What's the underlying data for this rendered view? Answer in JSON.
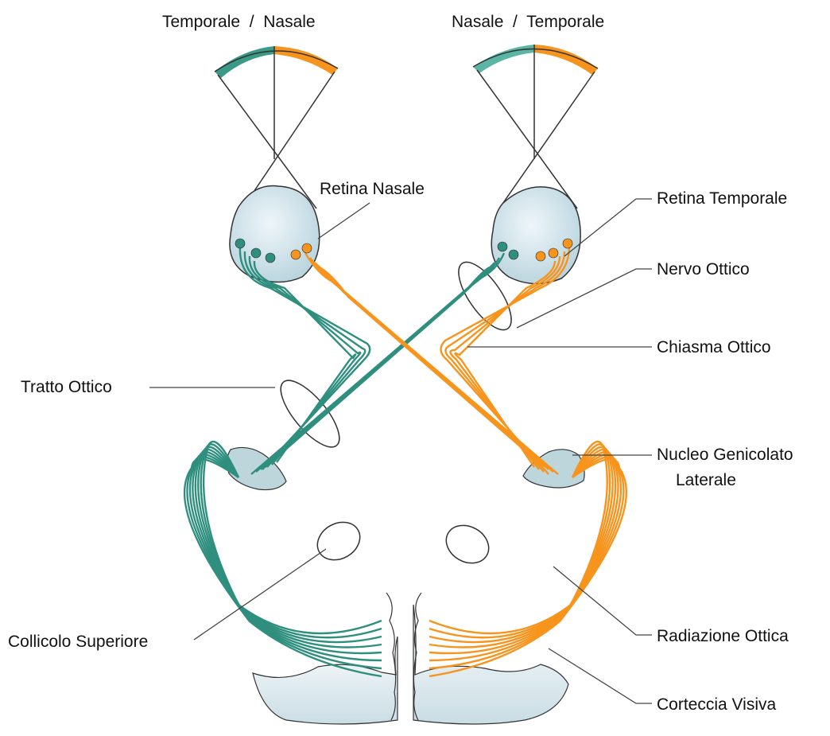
{
  "labels": {
    "left_field": "Temporale  /  Nasale",
    "right_field": "Nasale  /  Temporale",
    "retina_nasale": "Retina Nasale",
    "retina_temporale": "Retina Temporale",
    "nervo_ottico": "Nervo Ottico",
    "chiasma_ottico": "Chiasma Ottico",
    "tratto_ottico": "Tratto Ottico",
    "nucleo_genicolato_1": "Nucleo Genicolato",
    "nucleo_genicolato_2": "Laterale",
    "collicolo": "Collicolo Superiore",
    "radiazione": "Radiazione Ottica",
    "corteccia": "Corteccia Visiva"
  },
  "colors": {
    "teal": "#2f8f7f",
    "teal_field": "#3a9a88",
    "orange": "#f7941d",
    "eye_fill": "#d6e8ef",
    "nucleus_fill": "#bcd6dc",
    "cortex_fill": "#dbe9ee",
    "outline": "#333333"
  }
}
